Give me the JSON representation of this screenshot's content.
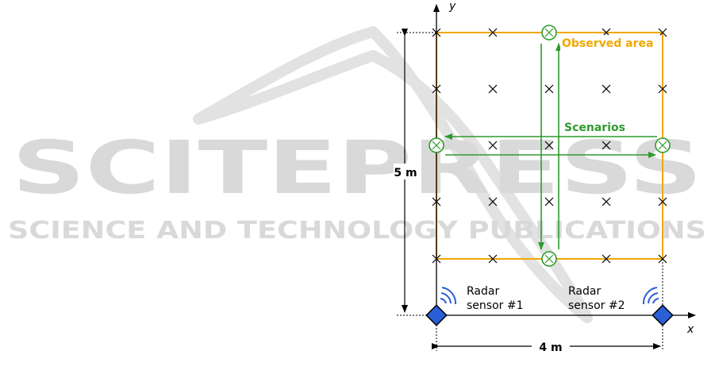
{
  "watermark": {
    "title": "SCITEPRESS",
    "subtitle": "SCIENCE AND TECHNOLOGY PUBLICATIONS"
  },
  "axes": {
    "x_label": "x",
    "y_label": "y"
  },
  "labels": {
    "observed_area": "Observed area",
    "scenarios": "Scenarios",
    "height_dim": "5 m",
    "width_dim": "4 m"
  },
  "sensors": [
    {
      "line1": "Radar",
      "line2": "sensor #1"
    },
    {
      "line1": "Radar",
      "line2": "sensor #2"
    }
  ],
  "colors": {
    "area": "#f0a800",
    "scenario": "#2e9a2e",
    "sensor": "#2a5fd6",
    "axis": "#000000",
    "watermark": "#d9d9d9"
  },
  "icons": {
    "grid_point": "cross-mark-icon",
    "scenario_point": "circled-cross-icon",
    "sensor": "diamond-sensor-icon",
    "signal": "radar-waves-icon"
  }
}
